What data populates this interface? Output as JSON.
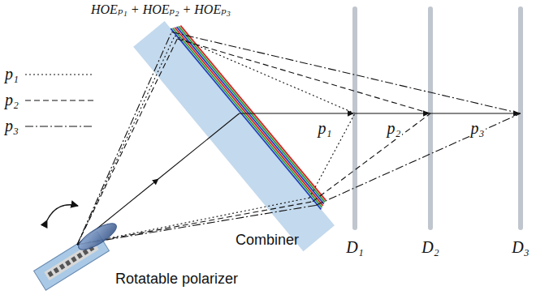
{
  "diagram": {
    "labels": [
      "HOEₚ₁ + HOEₚ₂ + HOEₚ₃",
      "p₁",
      "p₂",
      "p₃",
      "Combiner",
      "D₁",
      "D₂",
      "D₃",
      "Rotatable polarizer"
    ],
    "legend": [
      {
        "text": "p₁"
      },
      {
        "text": "p₂"
      },
      {
        "text": "p₃"
      }
    ]
  }
}
